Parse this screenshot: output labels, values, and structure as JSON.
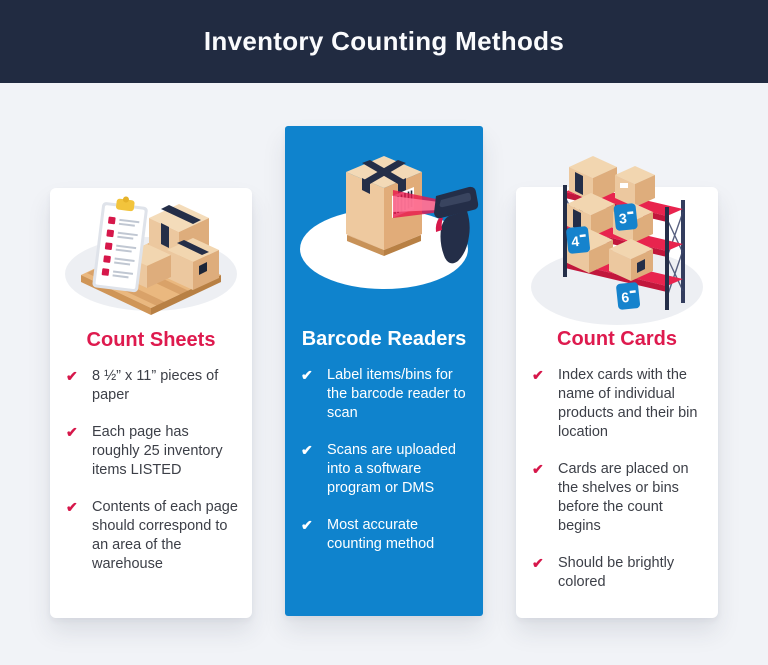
{
  "header": {
    "title": "Inventory Counting Methods"
  },
  "glyphs": {
    "check": "✔"
  },
  "colors": {
    "header_bg": "#212b41",
    "page_bg": "#f1f3f7",
    "card_blue": "#0f83cd",
    "accent_red": "#de1a4e",
    "check_red": "#d6174a",
    "body_text": "#3c3f47",
    "shelf_red": "#e8244e",
    "tag_blue": "#1583cd",
    "carton_tan": "#ecc69c",
    "strap_navy": "#242e48"
  },
  "cards": [
    {
      "title": "Count Sheets",
      "illustration": "pallet-boxes-clipboard",
      "bullets": [
        "8 ½” x 11” pieces of paper",
        "Each page has roughly 25 inventory items LISTED",
        "Contents of each page should correspond to an area of the warehouse"
      ]
    },
    {
      "title": "Barcode Readers",
      "illustration": "scanner-scanning-box",
      "bullets": [
        "Label items/bins for the barcode reader to scan",
        "Scans are uploaded into a software program or DMS",
        "Most accurate counting method"
      ]
    },
    {
      "title": "Count Cards",
      "illustration": "shelf-rack-numbered-tags",
      "bullets": [
        "Index cards with the name of individual products and their bin location",
        "Cards are placed on the shelves or bins before the count begins",
        "Should be brightly colored"
      ]
    }
  ],
  "shelf_tags": [
    "3",
    "4",
    "6"
  ]
}
